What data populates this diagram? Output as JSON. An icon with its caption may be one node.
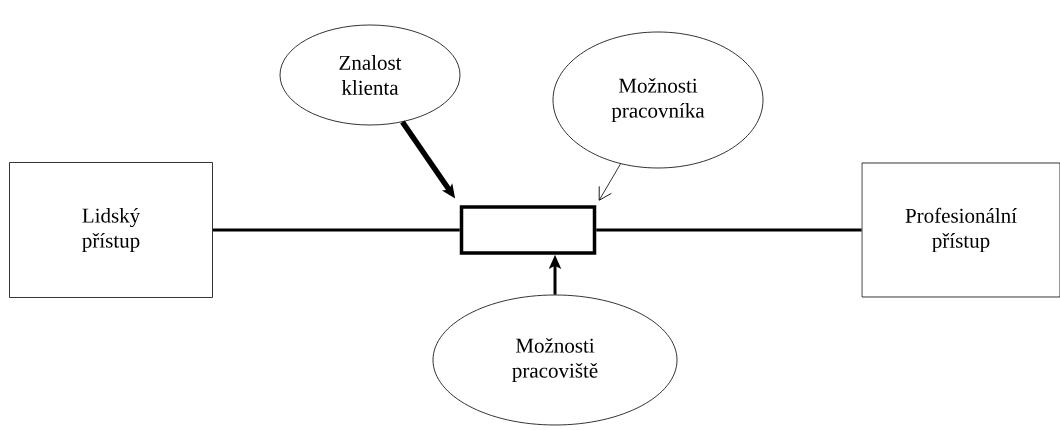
{
  "diagram": {
    "nodes": [
      {
        "text": [
          "Lidský přístup"
        ]
      },
      {
        "text": [
          "Znalost klienta"
        ]
      },
      {
        "text": [
          "Možnosti pracovníka"
        ]
      },
      {
        "text": [],
        "shape": "box"
      },
      {
        "text": [
          "Profesionální přístup"
        ]
      },
      {
        "text": [
          "Možnosti pracoviště"
        ]
      }
    ],
    "edges": [
      {
        "from": 0,
        "to": 3,
        "arrow": "none"
      },
      {
        "from": 3,
        "to": 4,
        "arrow": "none"
      },
      {
        "from": 1,
        "to": 3,
        "arrow": "to",
        "style": "thick"
      },
      {
        "from": 2,
        "to": 3,
        "arrow": "to"
      },
      {
        "from": 5,
        "to": 3,
        "arrow": "to"
      }
    ]
  }
}
